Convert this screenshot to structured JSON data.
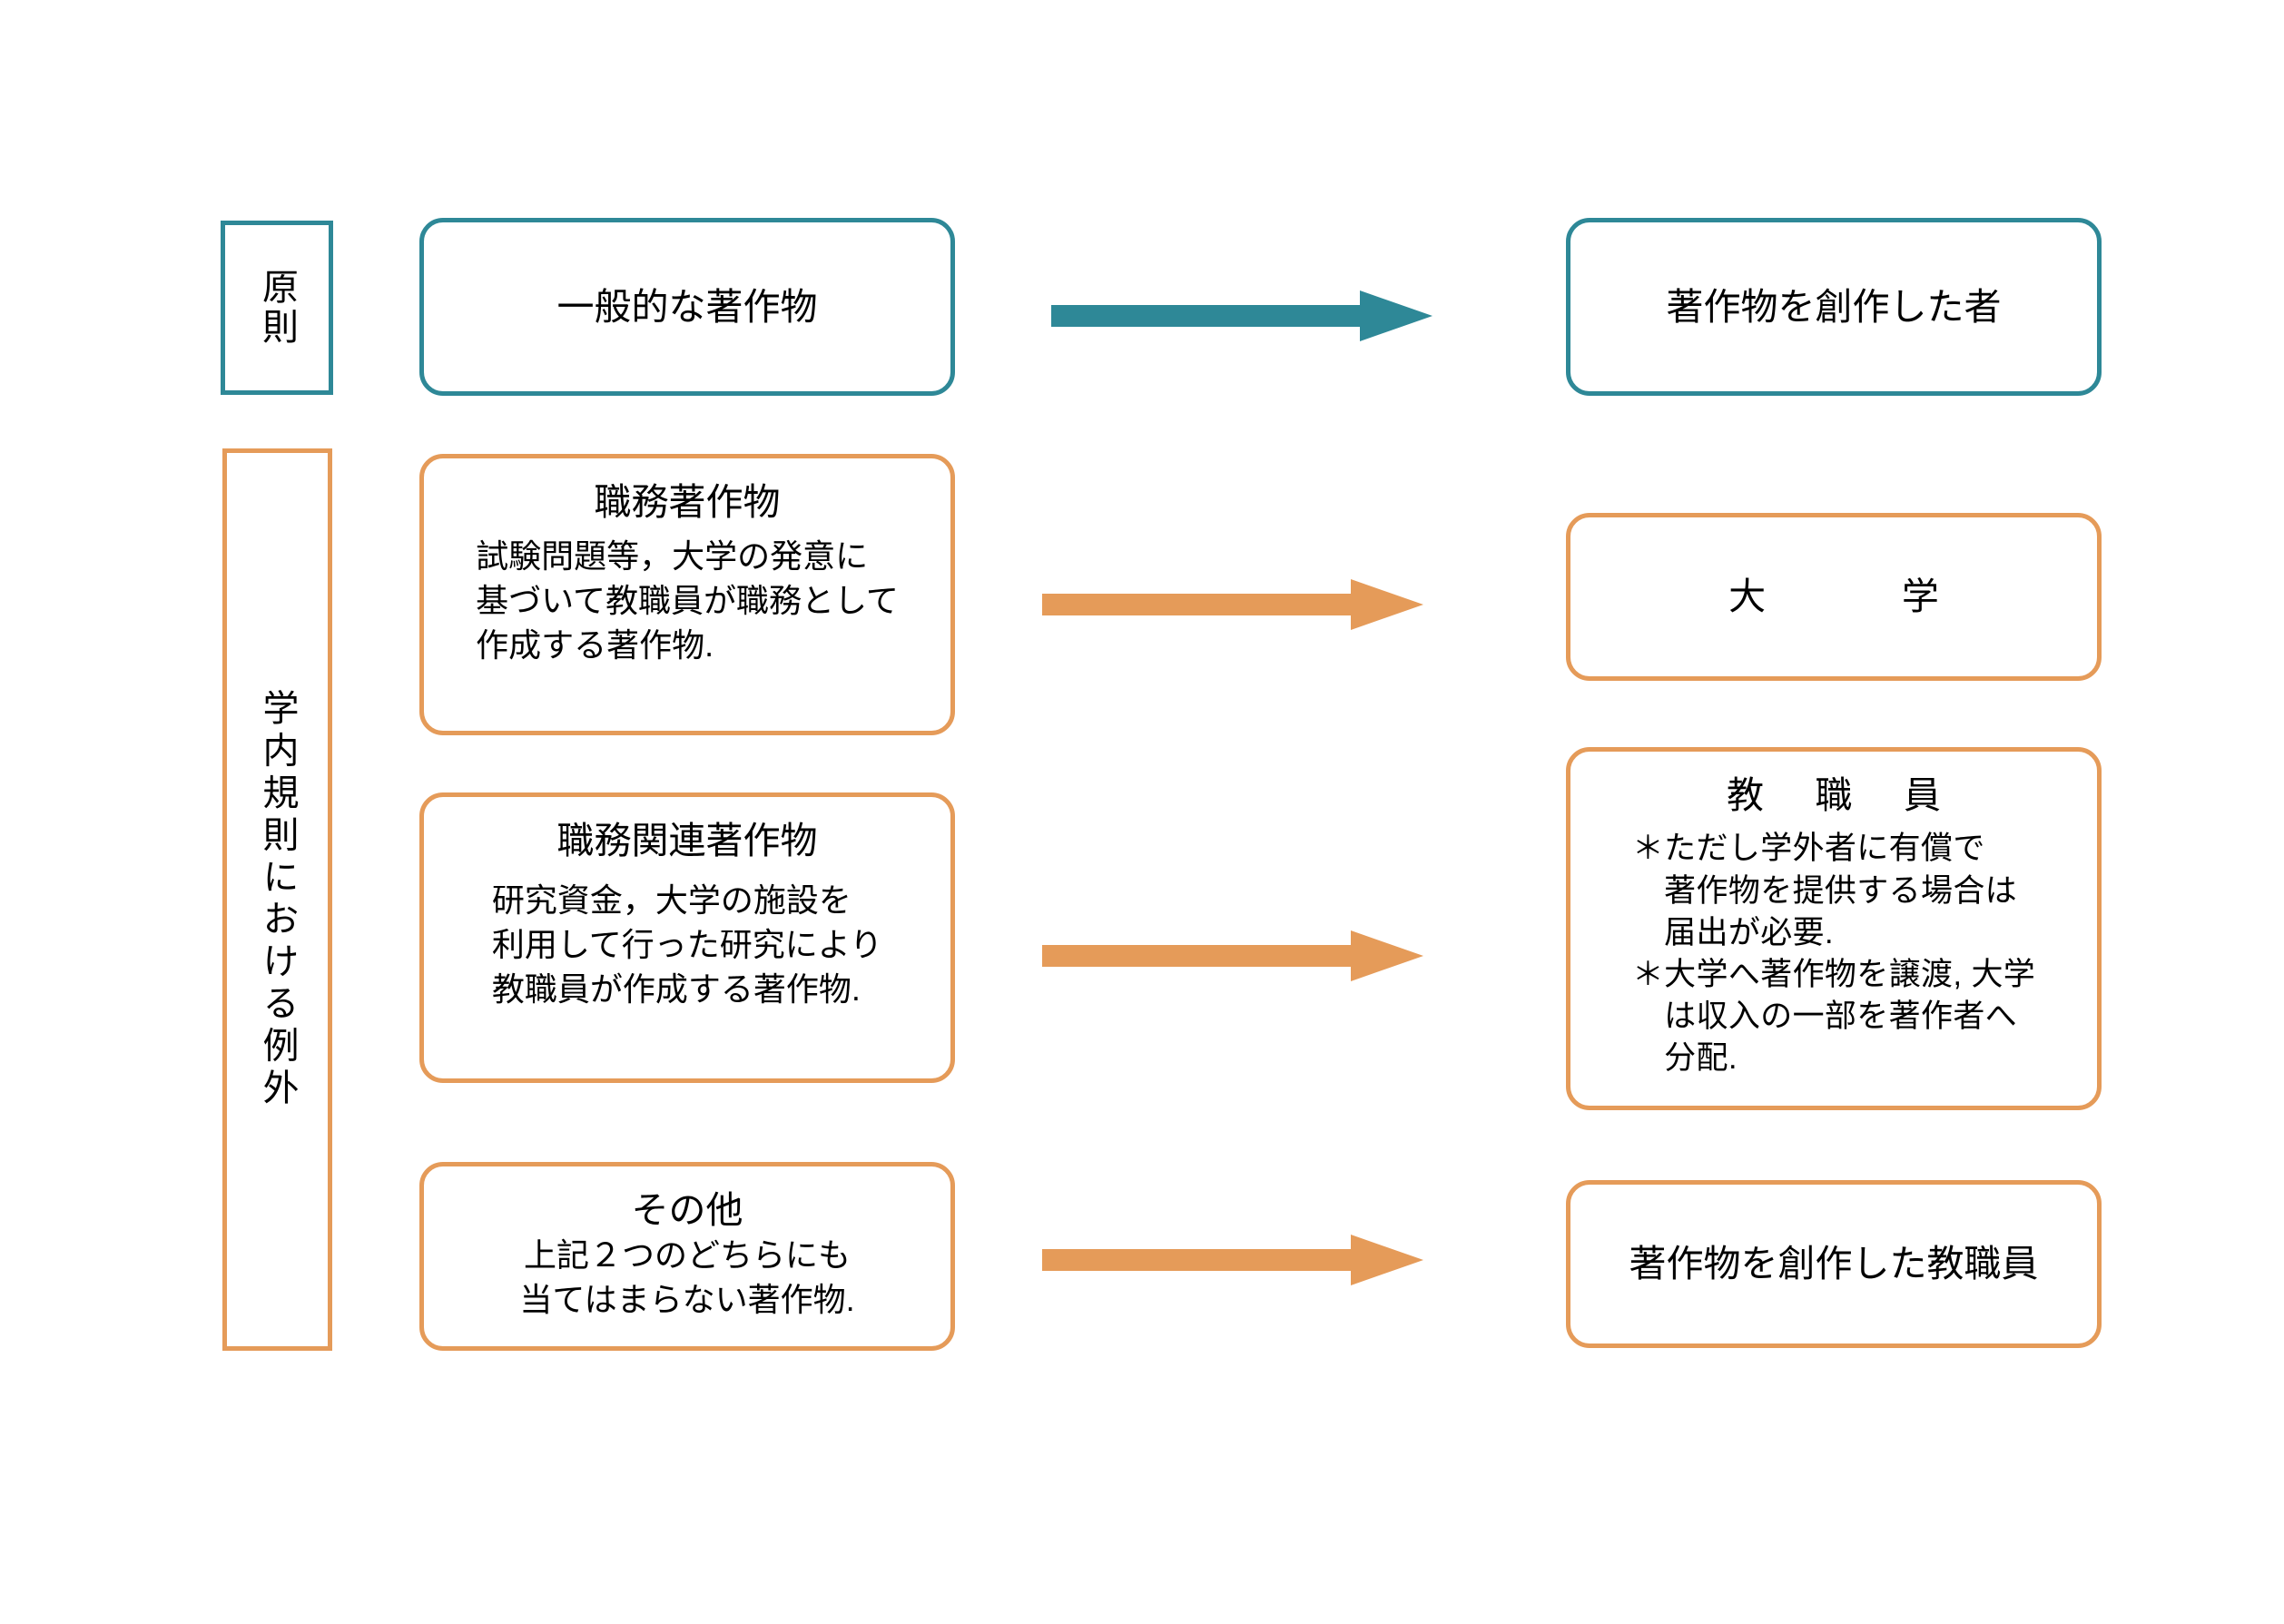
{
  "colors": {
    "teal": "#2E8897",
    "orange": "#E59B59",
    "background": "#FFFFFF",
    "text": "#000000"
  },
  "rows": {
    "principle": {
      "category_label": "原則",
      "source_box": "一般的な著作物",
      "arrow_color": "#2E8897",
      "target_box": "著作物を創作した者"
    },
    "exception": {
      "category_label": "学内規則における例外",
      "items": [
        {
          "source_title": "職務著作物",
          "source_body": "試験問題等，大学の発意に\n基づいて教職員が職務として\n作成する著作物.",
          "arrow_color": "#E59B59",
          "target_title": "大　　学",
          "target_body": ""
        },
        {
          "source_title": "職務関連著作物",
          "source_body": "研究資金，大学の施設を\n利用して行った研究により\n教職員が作成する著作物.",
          "arrow_color": "#E59B59",
          "target_title": "教 職 員",
          "target_body": "＊ただし学外者に有償で\n　著作物を提供する場合は\n　届出が必要.\n＊大学へ著作物を譲渡, 大学\n　は収入の一部を著作者へ\n　分配."
        },
        {
          "source_title": "その他",
          "source_body": "上記２つのどちらにも\n当てはまらない著作物.",
          "arrow_color": "#E59B59",
          "target_title": "著作物を創作した教職員",
          "target_body": ""
        }
      ]
    }
  }
}
